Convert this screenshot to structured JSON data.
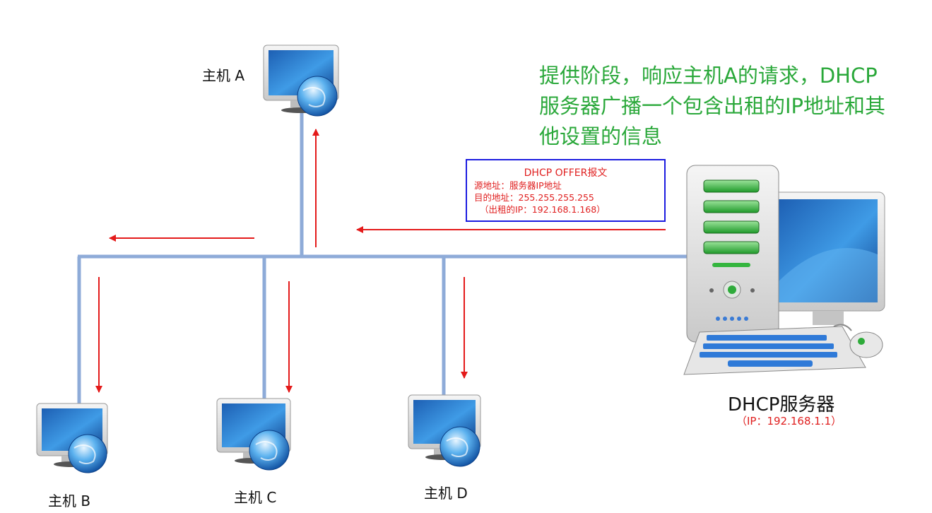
{
  "title_lines": [
    "提供阶段，响应主机A的请求，DHCP",
    "服务器广播一个包含出租的IP地址和其",
    "他设置的信息"
  ],
  "offer": {
    "header": "DHCP OFFER报文",
    "src": "源地址：服务器IP地址",
    "dst": "目的地址：255.255.255.255",
    "leased": "（出租的IP：192.168.1.168）"
  },
  "hosts": {
    "a": "主机 A",
    "b": "主机 B",
    "c": "主机 C",
    "d": "主机 D"
  },
  "server": {
    "name": "DHCP服务器",
    "ip": "（IP：192.168.1.1）"
  },
  "colors": {
    "bus": "#8eabd8",
    "arrow": "#e41a1a",
    "title": "#2aa83a",
    "box_border": "#1c1ce0"
  }
}
